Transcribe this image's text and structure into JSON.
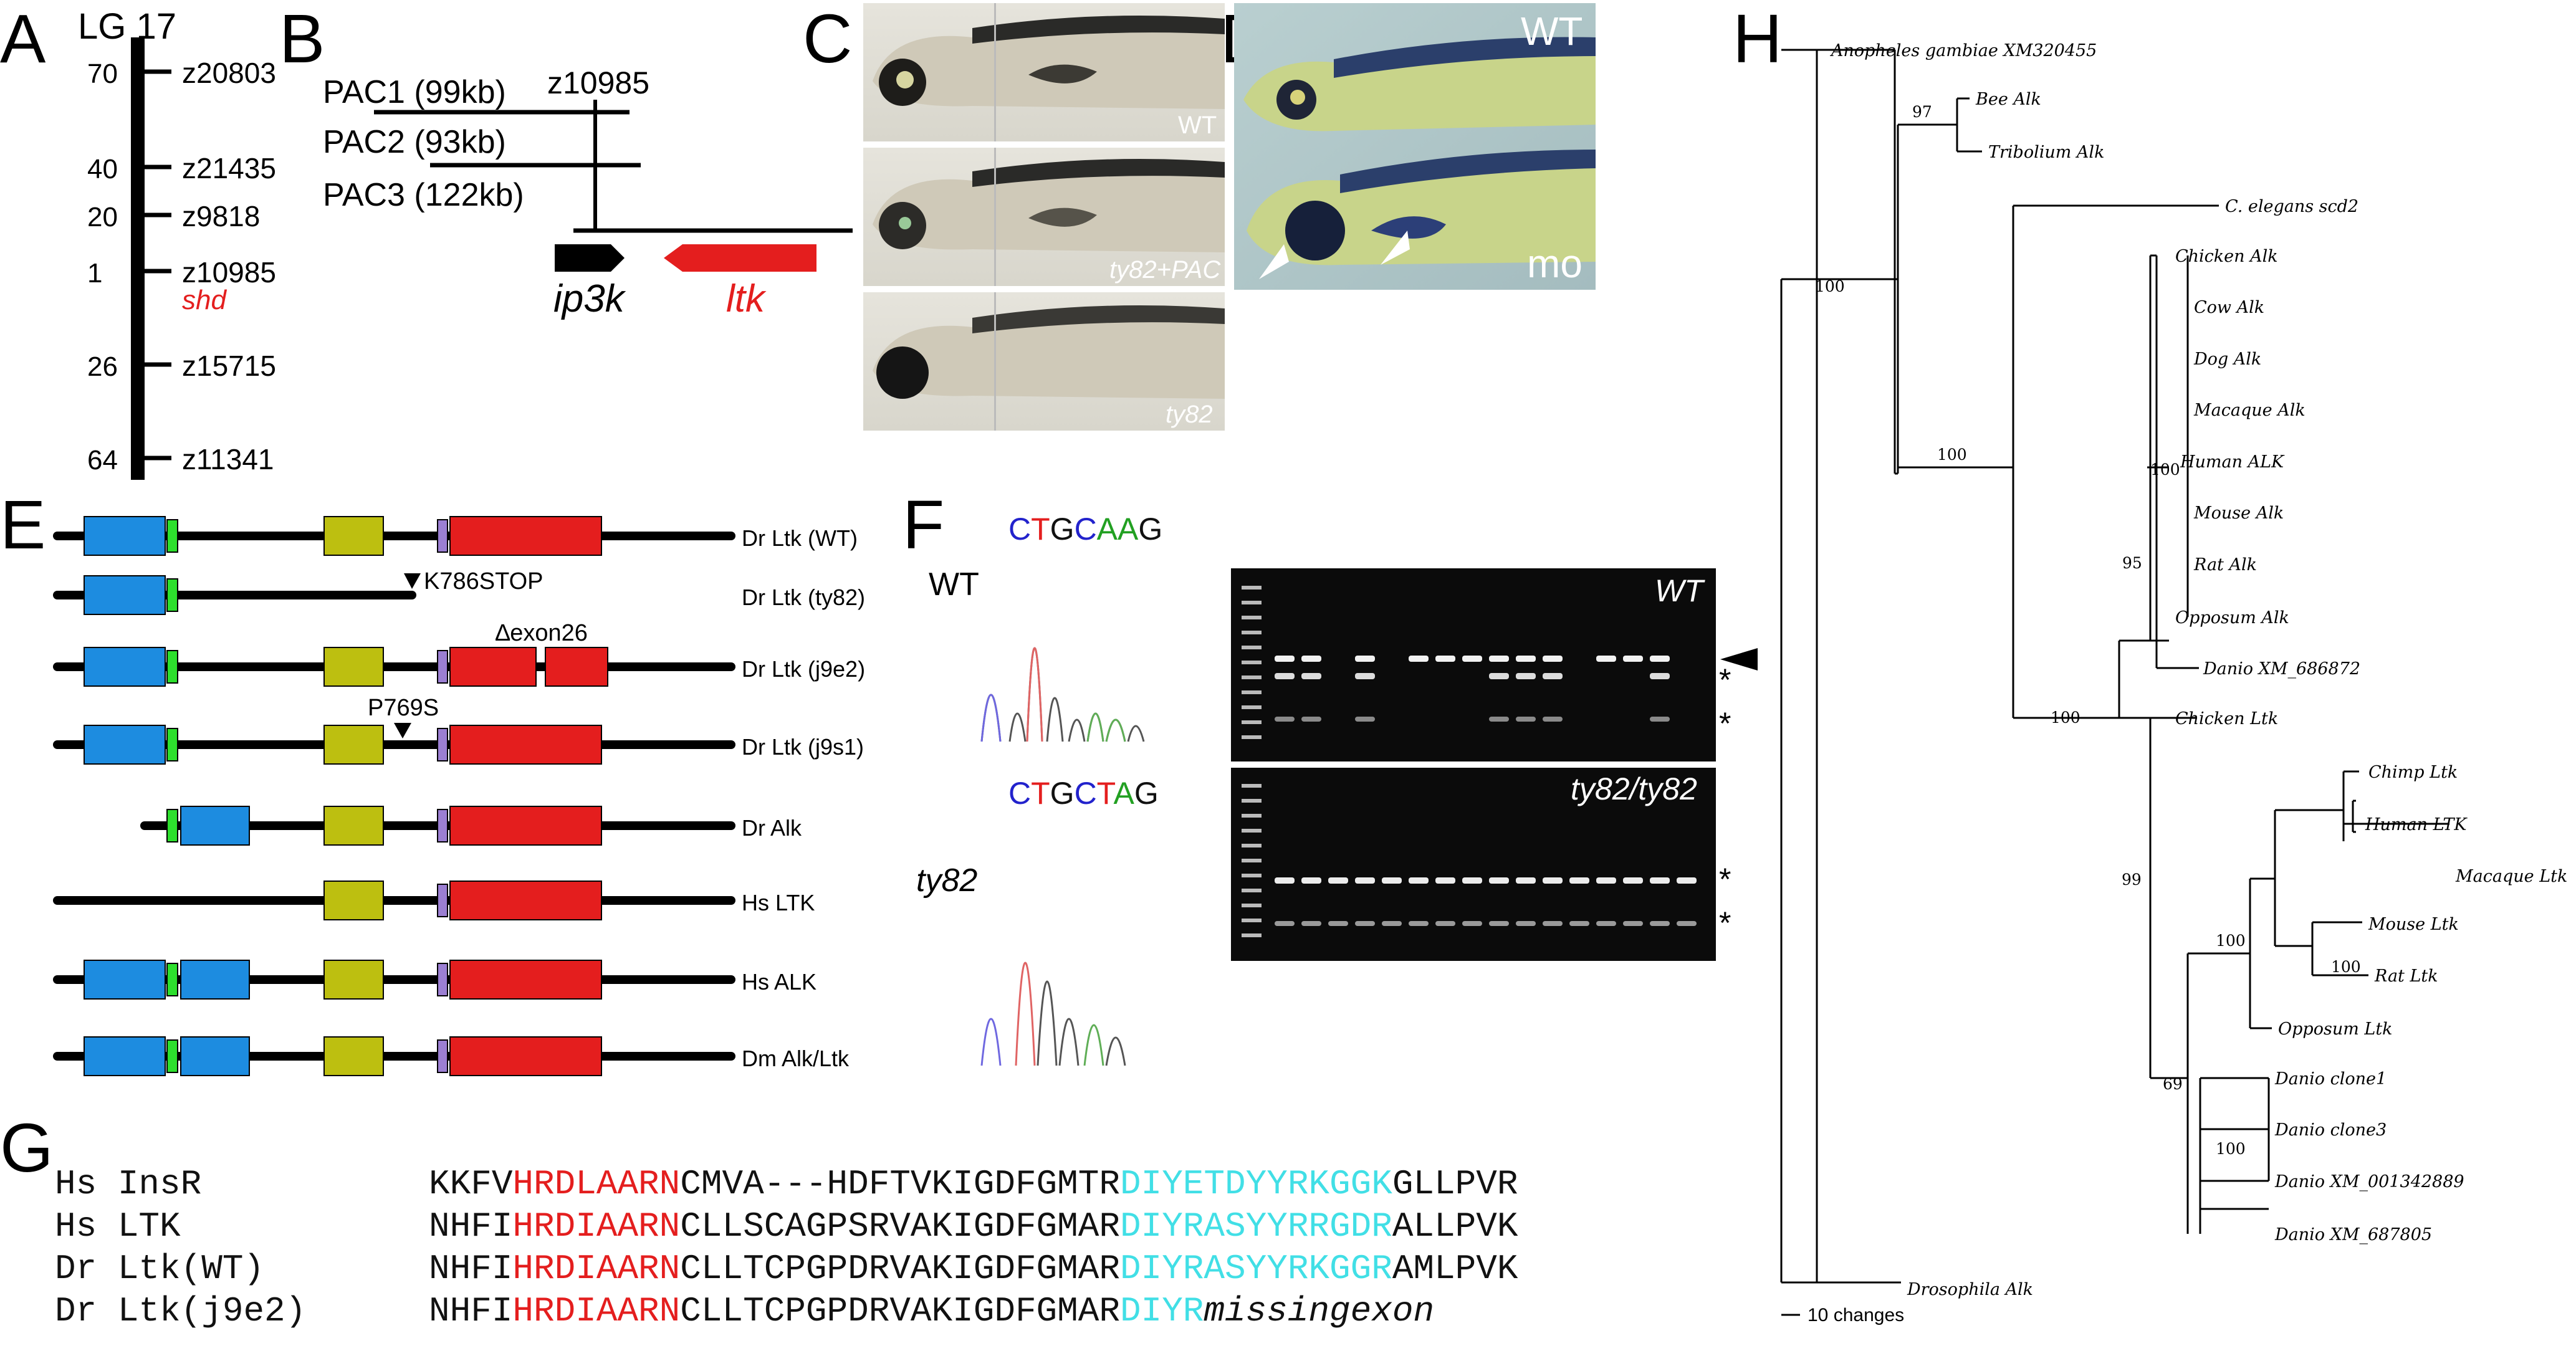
{
  "colors": {
    "red": "#e41e1e",
    "blue": "#1d8ce0",
    "green": "#2ddf2d",
    "olive": "#bdbf10",
    "purple": "#9b7fd2",
    "cyan": "#41dfe6"
  },
  "panel_letters": [
    "A",
    "B",
    "C",
    "D",
    "E",
    "F",
    "G",
    "H"
  ],
  "panelA": {
    "title": "LG 17",
    "markers": [
      {
        "value": "70",
        "name": "z20803"
      },
      {
        "value": "40",
        "name": "z21435"
      },
      {
        "value": "20",
        "name": "z9818"
      },
      {
        "value": "1",
        "name": "z10985"
      },
      {
        "value": "",
        "name": "shd"
      },
      {
        "value": "26",
        "name": "z15715"
      },
      {
        "value": "64",
        "name": "z11341"
      }
    ]
  },
  "panelB": {
    "pacs": [
      "PAC1 (99kb)",
      "PAC2 (93kb)",
      "PAC3 (122kb)"
    ],
    "marker": "z10985",
    "genes": [
      "ip3k",
      "ltk"
    ]
  },
  "panelC": {
    "labels": [
      "WT",
      "ty82+PAC",
      "ty82"
    ]
  },
  "panelD": {
    "labels": [
      "WT",
      "mo"
    ]
  },
  "panelE": {
    "rows": [
      "Dr Ltk (WT)",
      "Dr Ltk (ty82)",
      "Dr Ltk (j9e2)",
      "Dr Ltk (j9s1)",
      "Dr Alk",
      "Hs LTK",
      "Hs ALK",
      "Dm Alk/Ltk"
    ],
    "annotations": [
      "K786STOP",
      "∆exon26",
      "P769S"
    ]
  },
  "panelF": {
    "seq_wt": "CTGCAAG",
    "seq_mut": "CTGCTAG",
    "chrom_labels": [
      "WT",
      "ty82"
    ],
    "gel_labels": [
      "WT",
      "ty82/ty82"
    ],
    "star": "*"
  },
  "panelG": {
    "rows": [
      {
        "name": "Hs InsR",
        "pre": "KKFV",
        "red": "HRDLAARN",
        "mid": "CMVA---HDFTVKIGDFGMTR",
        "cyan": "DIYETDYYRKGGK",
        "post": "GLLPVR"
      },
      {
        "name": "Hs LTK",
        "pre": "NHFI",
        "red": "HRDIAARN",
        "mid": "CLLSCAGPSRVAKIGDFGMAR",
        "cyan": "DIYRASYYRRGDR",
        "post": "ALLPVK"
      },
      {
        "name": "Dr Ltk(WT)",
        "pre": "NHFI",
        "red": "HRDIAARN",
        "mid": "CLLTCPGPDRVAKIGDFGMAR",
        "cyan": "DIYRASYYRKGGR",
        "post": "AMLPVK"
      },
      {
        "name": "Dr Ltk(j9e2)",
        "pre": "NHFI",
        "red": "HRDIAARN",
        "mid": "CLLTCPGPDRVAKIGDFGMAR",
        "cyan": "DIYR",
        "post": "missingexon"
      }
    ]
  },
  "panelH": {
    "taxa": [
      "Anopheles gambiae XM320455",
      "Bee Alk",
      "Tribolium Alk",
      "C. elegans scd2",
      "Chicken Alk",
      "Cow Alk",
      "Dog Alk",
      "Macaque Alk",
      "Human ALK",
      "Mouse Alk",
      "Rat Alk",
      "Opposum Alk",
      "Danio XM_686872",
      "Chicken Ltk",
      "Chimp Ltk",
      "Human LTK",
      "Macaque Ltk",
      "Mouse Ltk",
      "Rat Ltk",
      "Opposum Ltk",
      "Danio clone1",
      "Danio clone3",
      "Danio XM_001342889",
      "Danio XM_687805",
      "Drosophila Alk"
    ],
    "bootstrap": [
      "97",
      "100",
      "100",
      "100",
      "95",
      "100",
      "99",
      "100",
      "100",
      "69",
      "100"
    ],
    "scale_label": "10 changes"
  }
}
